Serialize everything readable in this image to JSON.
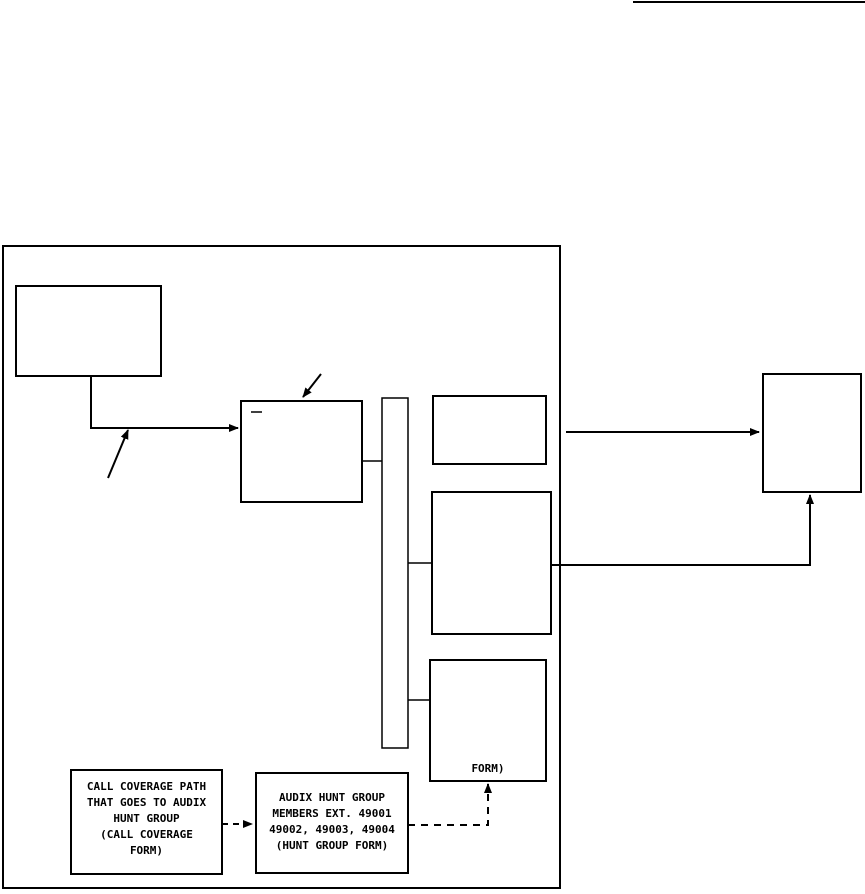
{
  "boxes": {
    "call_coverage": {
      "lines": [
        "CALL COVERAGE PATH",
        "THAT GOES TO AUDIX",
        "HUNT GROUP",
        "(CALL COVERAGE",
        "FORM)"
      ]
    },
    "hunt_group": {
      "lines": [
        "AUDIX HUNT GROUP",
        "MEMBERS EXT. 49001",
        "49002, 49003, 49004",
        "(HUNT GROUP FORM)"
      ]
    },
    "lower_right": {
      "lines": [
        "FORM)"
      ]
    }
  }
}
